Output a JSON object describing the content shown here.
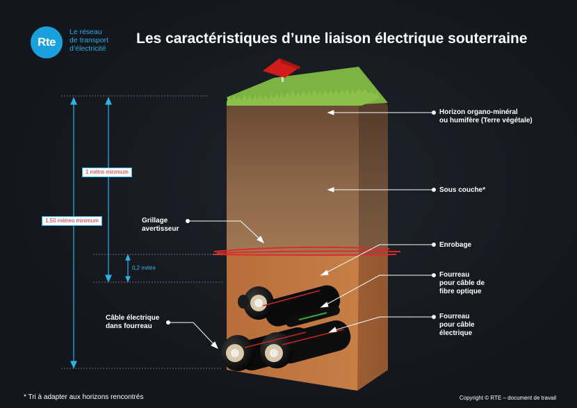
{
  "logo": {
    "mark": "Rte",
    "tagline": "Le réseau\nde transport\nd’électricité"
  },
  "title": "Les caractéristiques d’une liaison électrique souterraine",
  "measures": {
    "one_meter": "1 mètre minimum",
    "one_fifty": "1,50 mètres minimum",
    "point_two": "0,2 mètre"
  },
  "labels": {
    "horizon": "Horizon organo-minéral\nou humifère (Terre végétale)",
    "sous_couche": "Sous couche*",
    "enrobage": "Enrobage",
    "fourreau_fibre": "Fourreau\npour câble de\nfibre optique",
    "fourreau_cable": "Fourreau\npour câble\nélectrique",
    "grillage": "Grillage\navertisseur",
    "cable_electrique": "Câble électrique\ndans fourreau"
  },
  "footnote": "* Tri à adapter aux horizons rencontrés",
  "copyright": "Copyright © RTE – document de travail",
  "colors": {
    "accent": "#1aa0dc",
    "measure_line": "#2ab4e6",
    "warning_mesh": "#d8283a",
    "topsoil": "#6b4a35",
    "subsoil": "#a27a55",
    "backfill": "#b96d38",
    "grass": "#8cc04a"
  }
}
